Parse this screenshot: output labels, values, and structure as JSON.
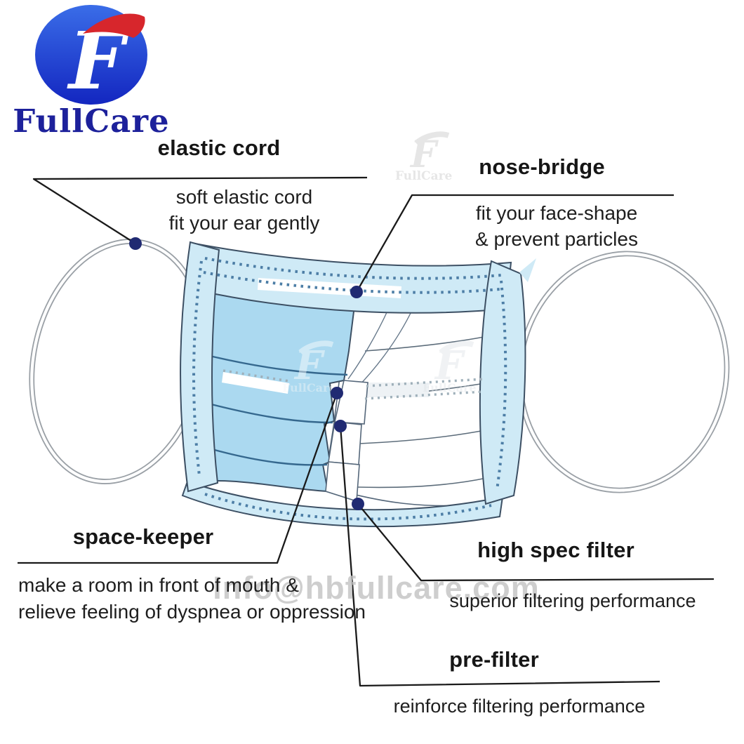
{
  "brand": {
    "name": "FullCare",
    "monogram": "F"
  },
  "watermark": {
    "email": "Info@hbfullcare.com",
    "brand": "FullCare",
    "monogram": "F"
  },
  "callouts": {
    "elastic_cord": {
      "title": "elastic cord",
      "desc_line1": "soft elastic cord",
      "desc_line2": "fit your ear gently"
    },
    "nose_bridge": {
      "title": "nose-bridge",
      "desc_line1": "fit your face-shape",
      "desc_line2": "& prevent particles"
    },
    "space_keeper": {
      "title": "space-keeper",
      "desc_line1": "make a room in front of mouth &",
      "desc_line2": "relieve feeling of dyspnea or oppression"
    },
    "high_spec_filter": {
      "title": "high spec filter",
      "desc": "superior filtering performance"
    },
    "pre_filter": {
      "title": "pre-filter",
      "desc": "reinforce filtering performance"
    }
  },
  "colors": {
    "brand_blue_top": "#3a6de8",
    "brand_blue_bottom": "#1326c0",
    "brand_red": "#d7262c",
    "brand_text": "#1d219b",
    "mask_band": "#cfeaf6",
    "mask_panel": "#abd9f0",
    "mask_outline": "#3c4f63",
    "pleat_line": "#35688e",
    "stitch_blue": "#4d7ea6",
    "stitch_gray": "#9fb0ba",
    "loop_gray": "#9aa0a6",
    "callout_dot": "#202a72",
    "callout_line": "#1a1a1a",
    "label_color": "#161616",
    "desc_color": "#1e1e1e",
    "watermark_color": "#c3c3c3",
    "background": "#ffffff"
  }
}
